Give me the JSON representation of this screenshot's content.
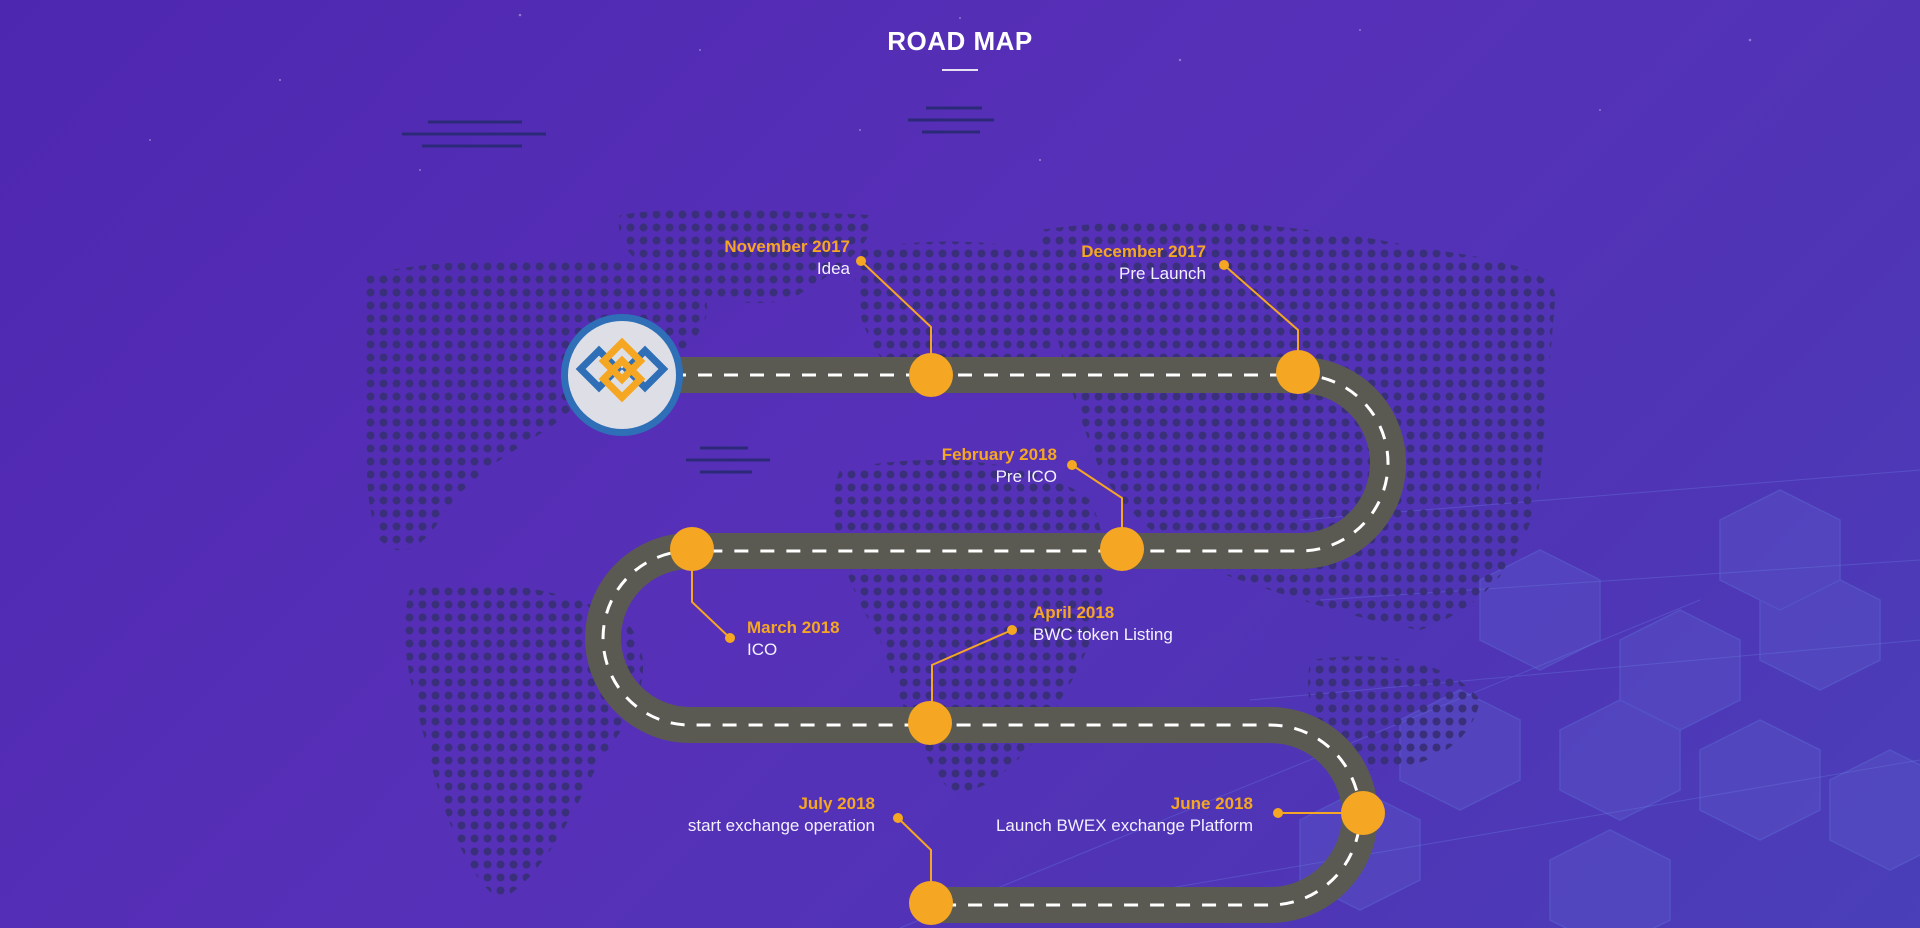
{
  "header": {
    "title": "ROAD MAP"
  },
  "colors": {
    "background": "#5230b4",
    "accent": "#f5a623",
    "road": "#5a5a52",
    "road_dash": "#ffffff",
    "map_dot": "#3a2f7a",
    "logo_blue": "#2e6fb7",
    "logo_orange": "#f5a623"
  },
  "logo": {
    "icon": "bwc-chain-logo-icon"
  },
  "milestones": [
    {
      "id": "nov-2017",
      "date": "November 2017",
      "title": "Idea"
    },
    {
      "id": "dec-2017",
      "date": "December 2017",
      "title": "Pre Launch"
    },
    {
      "id": "feb-2018",
      "date": "February 2018",
      "title": "Pre ICO"
    },
    {
      "id": "mar-2018",
      "date": "March 2018",
      "title": "ICO"
    },
    {
      "id": "apr-2018",
      "date": "April 2018",
      "title": "BWC token Listing"
    },
    {
      "id": "jun-2018",
      "date": "June 2018",
      "title": "Launch BWEX exchange Platform"
    },
    {
      "id": "jul-2018",
      "date": "July 2018",
      "title": "start exchange operation"
    }
  ]
}
